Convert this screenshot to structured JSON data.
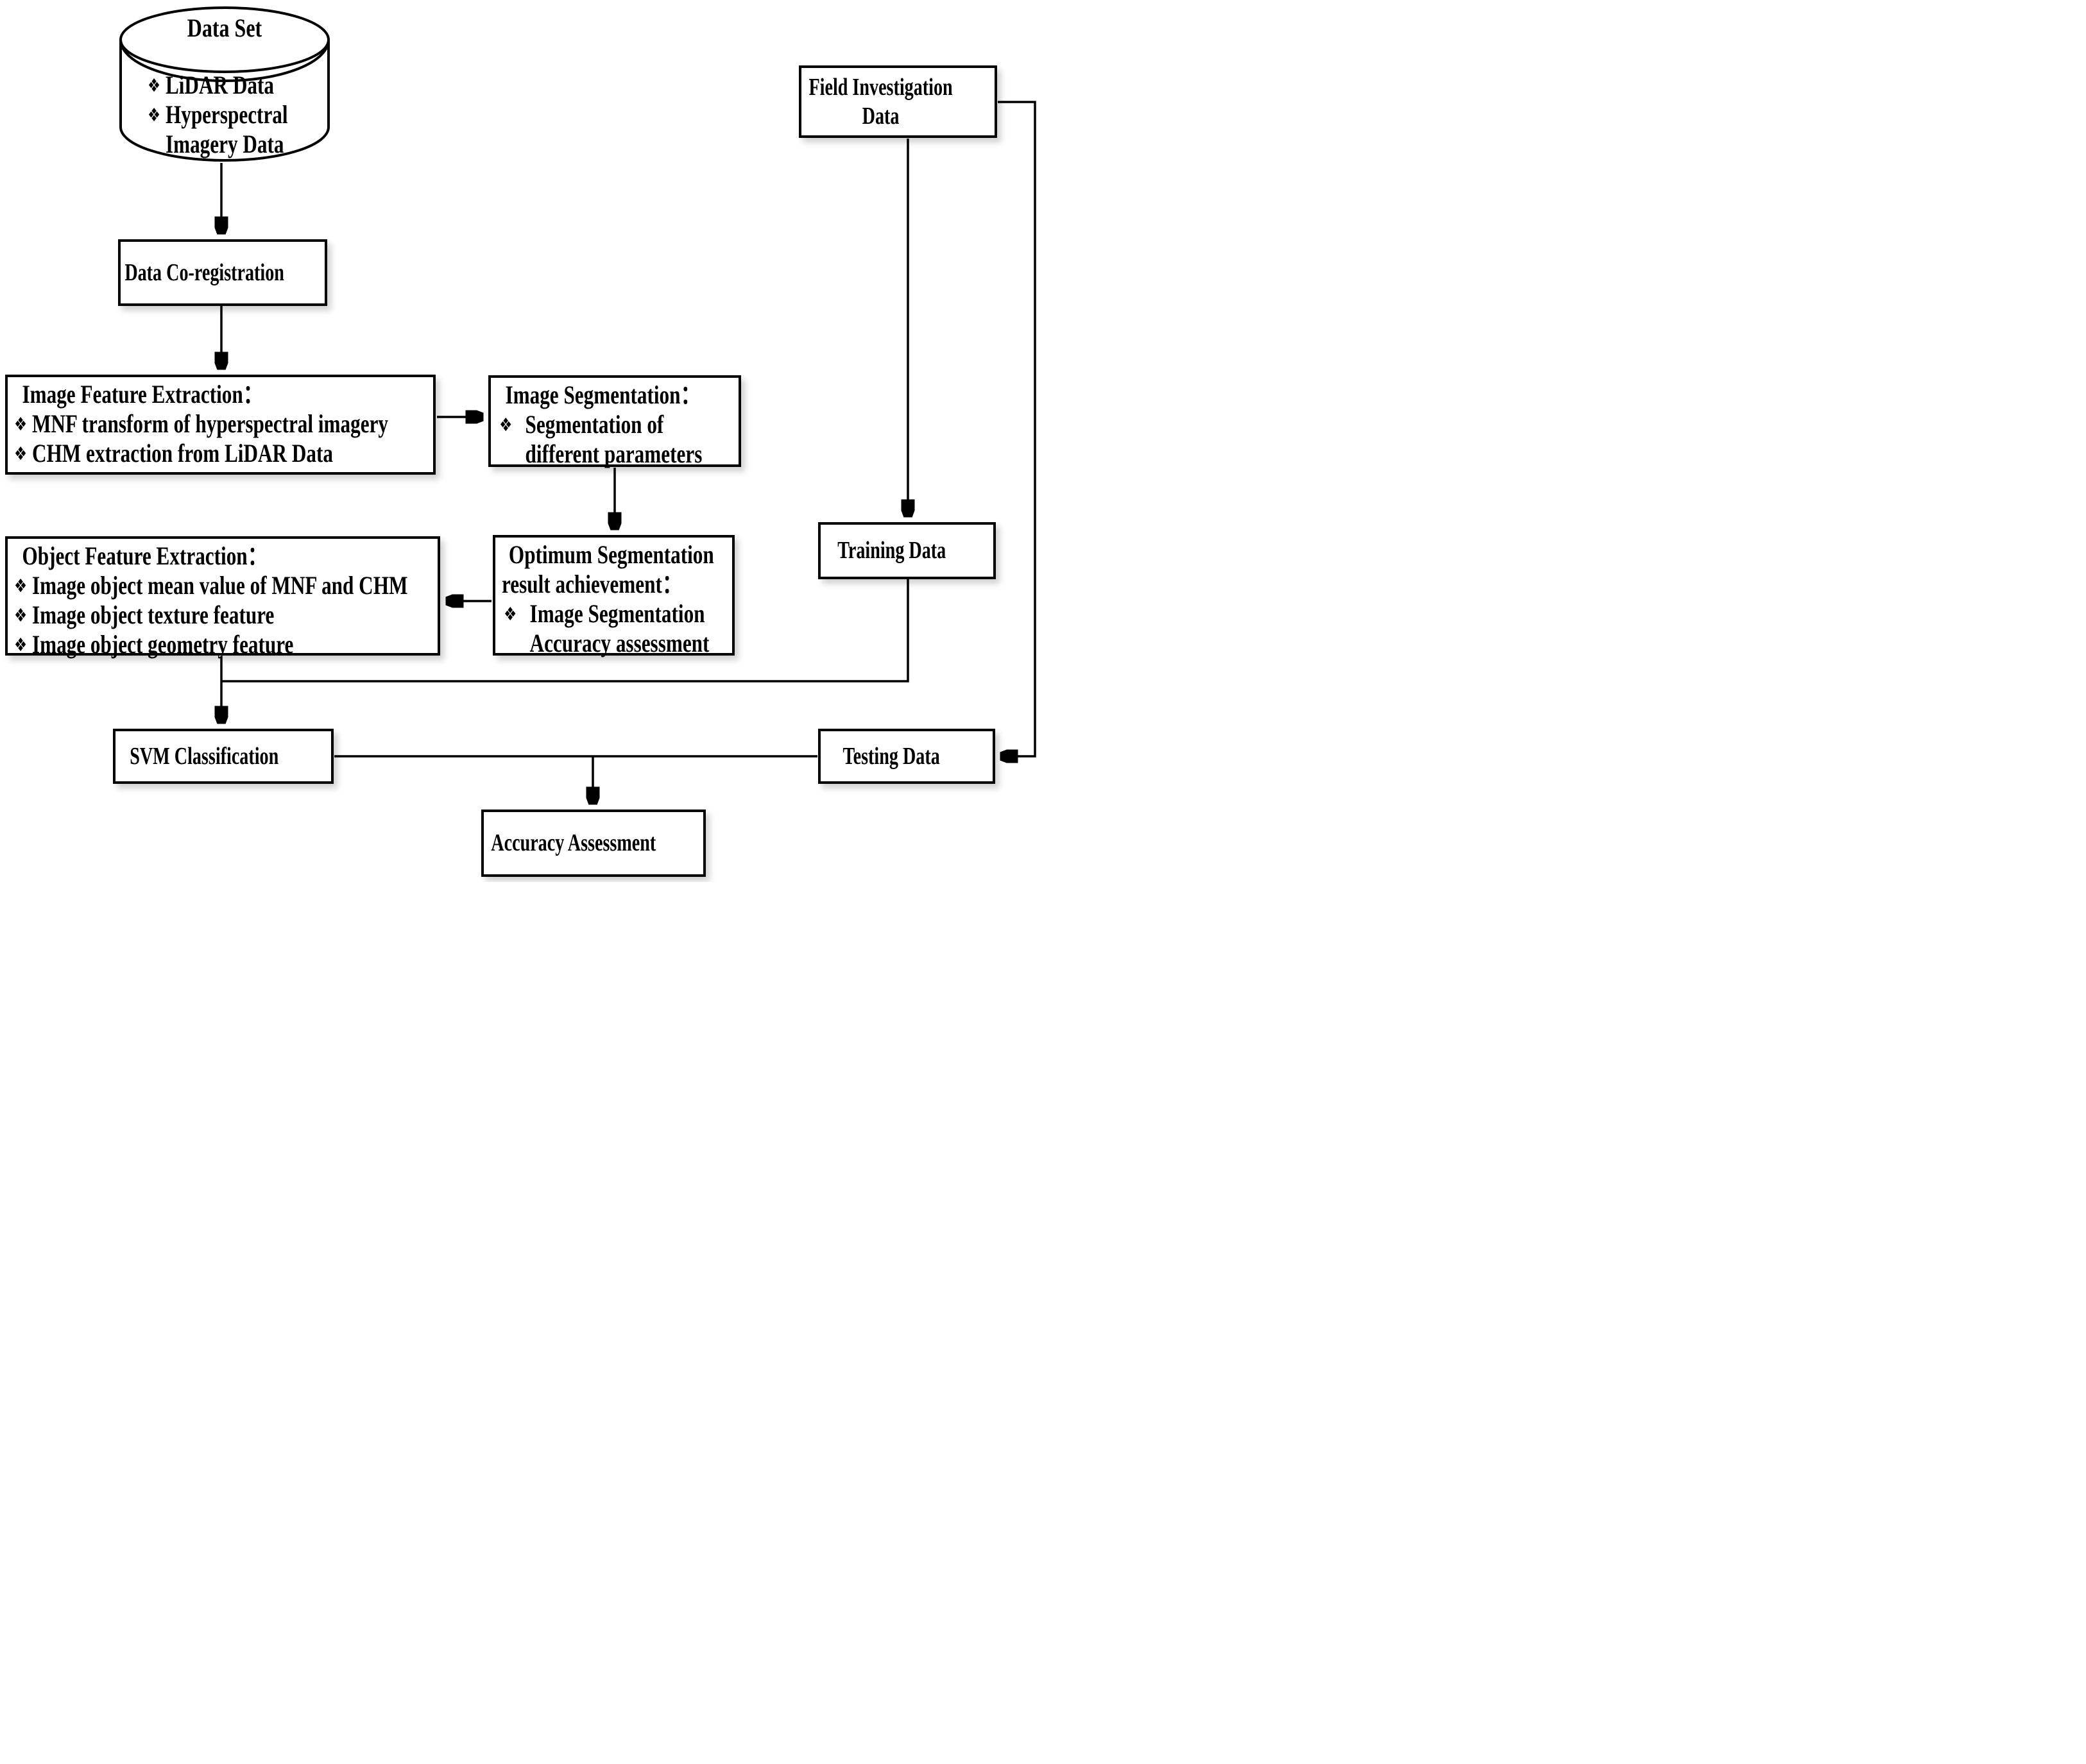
{
  "bullet": "❖",
  "colors": {
    "background": "#ffffff",
    "box_fill": "#ffffff",
    "box_border": "#000000",
    "line": "#000000",
    "text": "#000000",
    "shadow": "rgba(0,0,0,0.18)"
  },
  "nodes": {
    "dataset": {
      "shape": "cylinder",
      "title": "Data Set",
      "items": [
        "LiDAR Data",
        "Hyperspectral Imagery Data"
      ]
    },
    "data_coregistration": {
      "label": "Data Co-registration"
    },
    "image_feature_extraction": {
      "title": "Image Feature Extraction：",
      "items": [
        "MNF transform of hyperspectral imagery",
        "CHM extraction from LiDAR Data"
      ]
    },
    "image_segmentation": {
      "title": "Image Segmentation：",
      "items": [
        "Segmentation of different parameters"
      ]
    },
    "optimum_segmentation": {
      "title": "Optimum Segmentation result achievement：",
      "items": [
        "Image Segmentation Accuracy assessment"
      ]
    },
    "object_feature_extraction": {
      "title": "Object Feature Extraction：",
      "items": [
        "Image object mean value of MNF and CHM",
        "Image object texture feature",
        "Image object geometry feature"
      ]
    },
    "field_investigation": {
      "label": "Field Investigation Data"
    },
    "training_data": {
      "label": "Training Data"
    },
    "testing_data": {
      "label": "Testing Data"
    },
    "svm_classification": {
      "label": "SVM Classification"
    },
    "accuracy_assessment": {
      "label": "Accuracy Assessment"
    }
  }
}
